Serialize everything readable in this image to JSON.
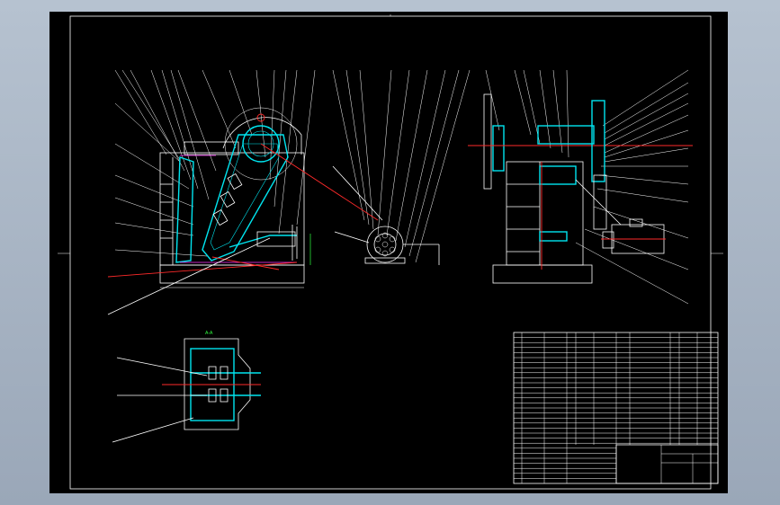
{
  "drawing": {
    "section_label": "A-A",
    "colors": {
      "background": "#000000",
      "line": "#ffffff",
      "part": "#00e5f0",
      "centerline": "#ff2a2a",
      "accent": "#ff33ff",
      "label": "#30ff40"
    }
  },
  "views": [
    {
      "name": "front-section-view"
    },
    {
      "name": "side-view"
    },
    {
      "name": "section-a-a-view"
    }
  ],
  "title_block": {
    "rows": 30
  }
}
